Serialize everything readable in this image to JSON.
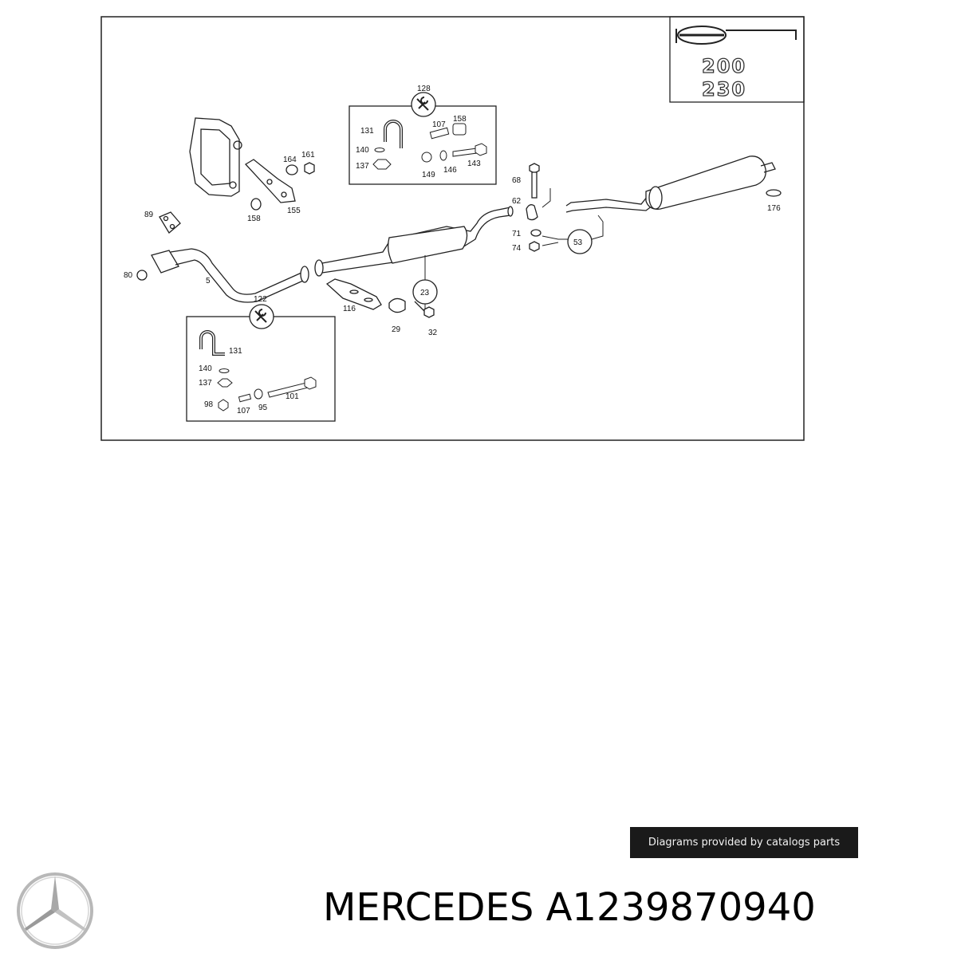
{
  "diagram": {
    "emblem": {
      "model_a": "200",
      "model_b": "230"
    },
    "labels": {
      "n128": "128",
      "n131": "131",
      "n107": "107",
      "n158a": "158",
      "n140": "140",
      "n137": "137",
      "n149": "149",
      "n146": "146",
      "n143": "143",
      "n164": "164",
      "n161": "161",
      "n158b": "158",
      "n155": "155",
      "n89": "89",
      "n80": "80",
      "n5": "5",
      "n68": "68",
      "n62": "62",
      "n71": "71",
      "n74": "74",
      "n53": "53",
      "n176": "176",
      "n23": "23",
      "n116": "116",
      "n29": "29",
      "n32": "32",
      "n122": "122",
      "n131b": "131",
      "n140b": "140",
      "n137b": "137",
      "n98": "98",
      "n107b": "107",
      "n95": "95",
      "n101": "101"
    }
  },
  "credit": "Diagrams provided by catalogs parts",
  "brand": {
    "name": "MERCEDES",
    "part_number": "A1239870940",
    "title": "MERCEDES A1239870940"
  }
}
